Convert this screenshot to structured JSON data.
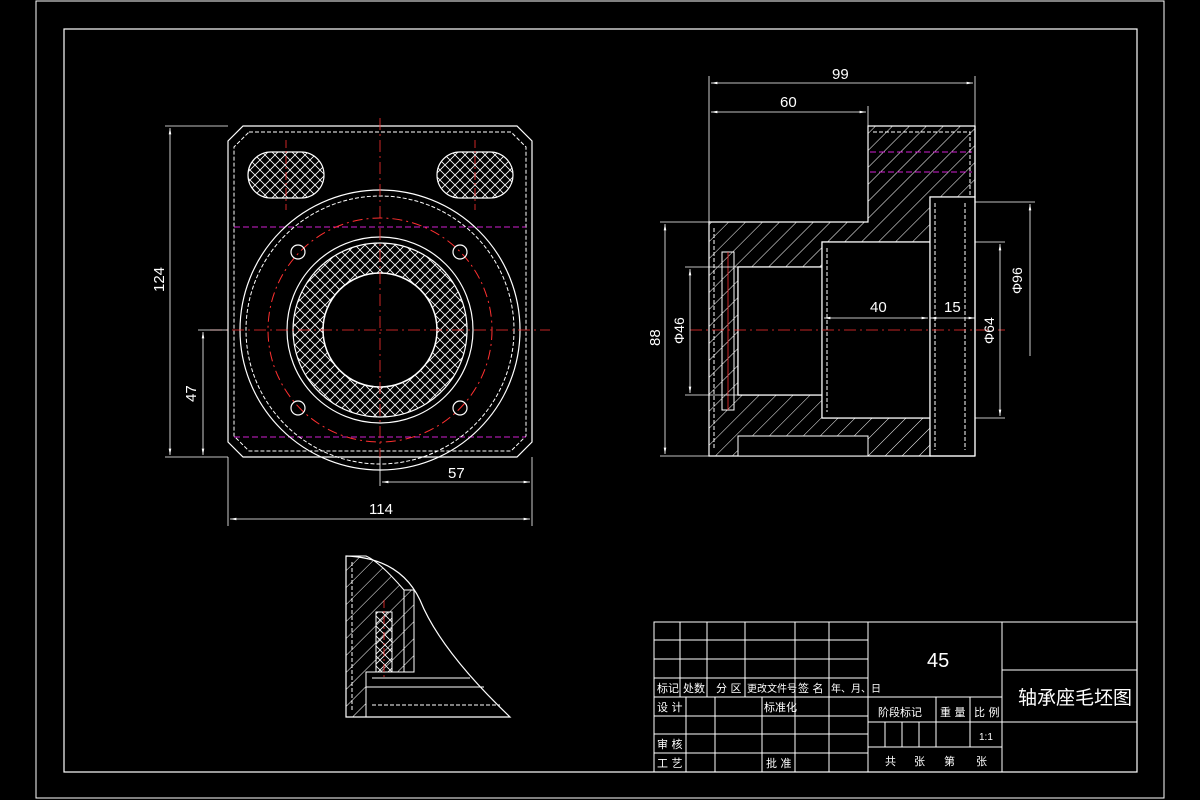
{
  "dimensions": {
    "front": {
      "height_total": "124",
      "height_center": "47",
      "half_width": "57",
      "width_total": "114"
    },
    "side": {
      "length_total": "99",
      "length_step": "60",
      "height_total": "88",
      "bore_small": "Φ46",
      "bore_depth": "40",
      "bore_large": "Φ64",
      "step_width": "15",
      "outer_diameter": "Φ96"
    }
  },
  "title_block": {
    "material": "45",
    "part_name": "轴承座毛坯图",
    "scale": "1:1",
    "labels": {
      "mark": "标记",
      "count": "处数",
      "zone": "分 区",
      "change_doc": "更改文件号",
      "sign": "签 名",
      "date": "年、月、日",
      "design": "设 计",
      "standardize": "标准化",
      "review": "审 核",
      "process": "工 艺",
      "approve": "批 准",
      "stage_mark": "阶段标记",
      "weight": "重 量",
      "ratio": "比 例",
      "total": "共",
      "sheet1": "张",
      "no": "第",
      "sheet2": "张"
    }
  },
  "colors": {
    "line": "#ffffff",
    "center": "#ff3030",
    "hidden": "#d020d0",
    "background": "#000000"
  }
}
